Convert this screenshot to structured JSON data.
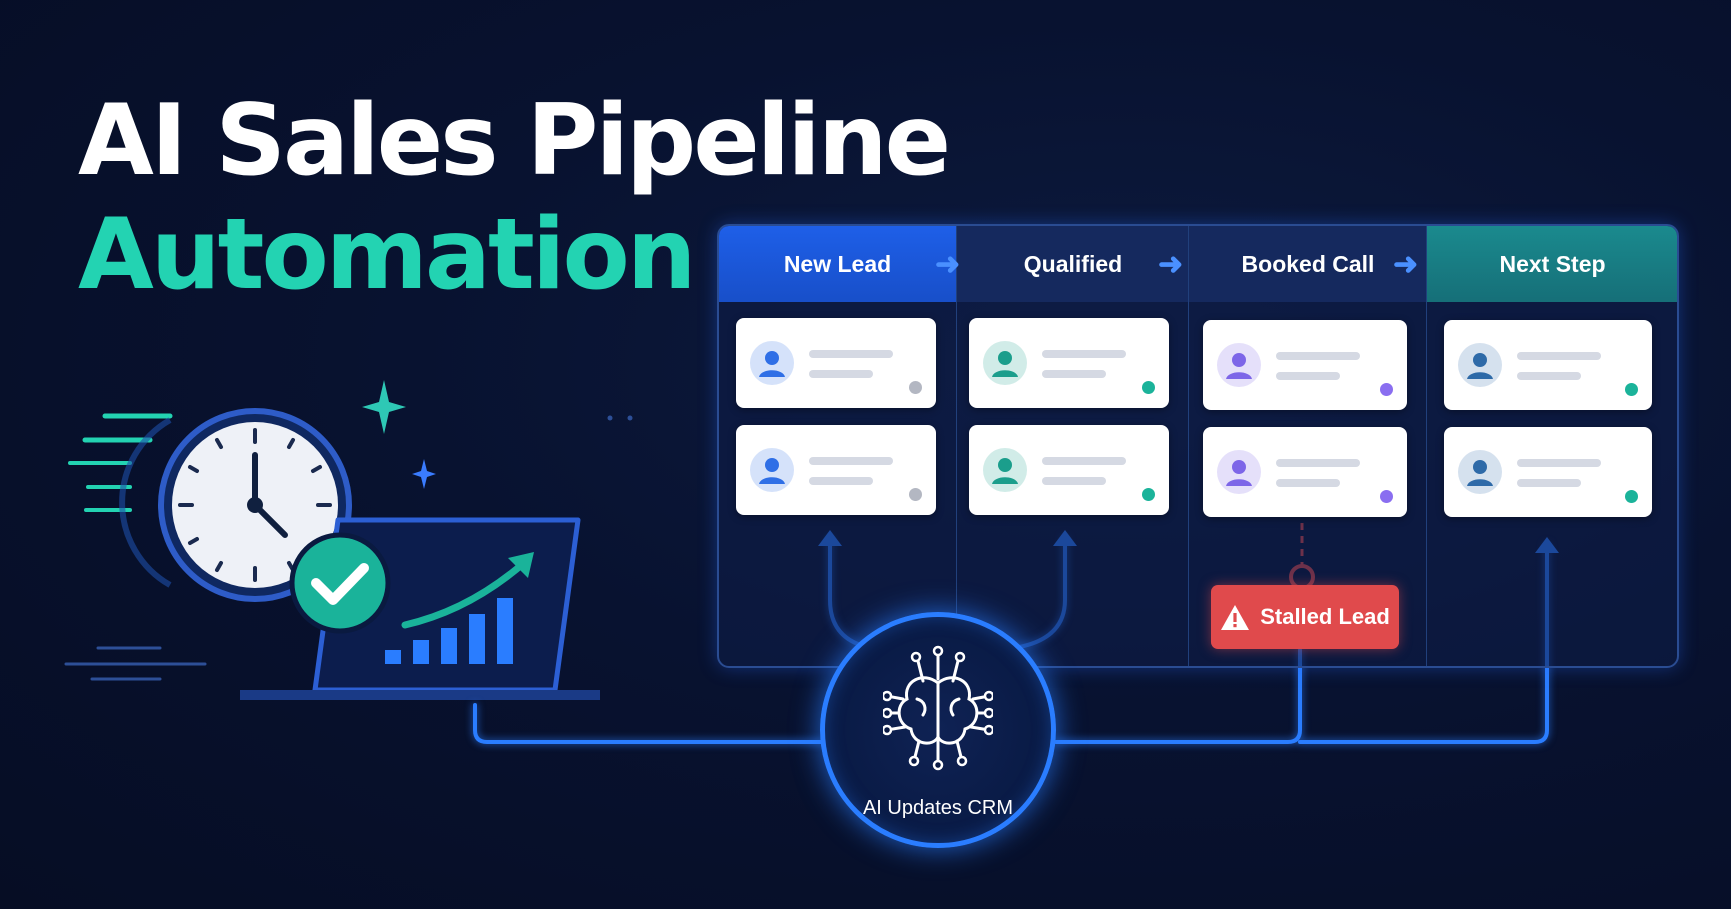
{
  "title": {
    "line1": "AI Sales Pipeline",
    "line2": "Automation"
  },
  "pipeline": {
    "stages": [
      {
        "label": "New Lead",
        "style": "blue",
        "avatar": "#2f6fe6",
        "dot": "#b3b7c2"
      },
      {
        "label": "Qualified",
        "style": "navy",
        "avatar": "#1b9e8c",
        "dot": "#1bb39a"
      },
      {
        "label": "Booked Call",
        "style": "navy",
        "avatar": "#7d66e8",
        "dot": "#8a6ef0"
      },
      {
        "label": "Next Step",
        "style": "teal",
        "avatar": "#2e6aa8",
        "dot": "#1bb39a"
      }
    ],
    "cards_per_stage": 2
  },
  "alert": {
    "label": "Stalled Lead",
    "icon": "warning-icon"
  },
  "ai_node": {
    "label": "AI Updates CRM",
    "icon": "brain-icon"
  },
  "icons": [
    "clock-icon",
    "check-icon",
    "laptop-icon",
    "growth-chart-icon",
    "sparkle-icon",
    "arrow-right-icon",
    "arrow-up-icon",
    "user-icon"
  ],
  "colors": {
    "accent_teal": "#23d3b2",
    "accent_blue": "#2a7dff",
    "alert_red": "#e04a4c",
    "background": "#081230"
  }
}
